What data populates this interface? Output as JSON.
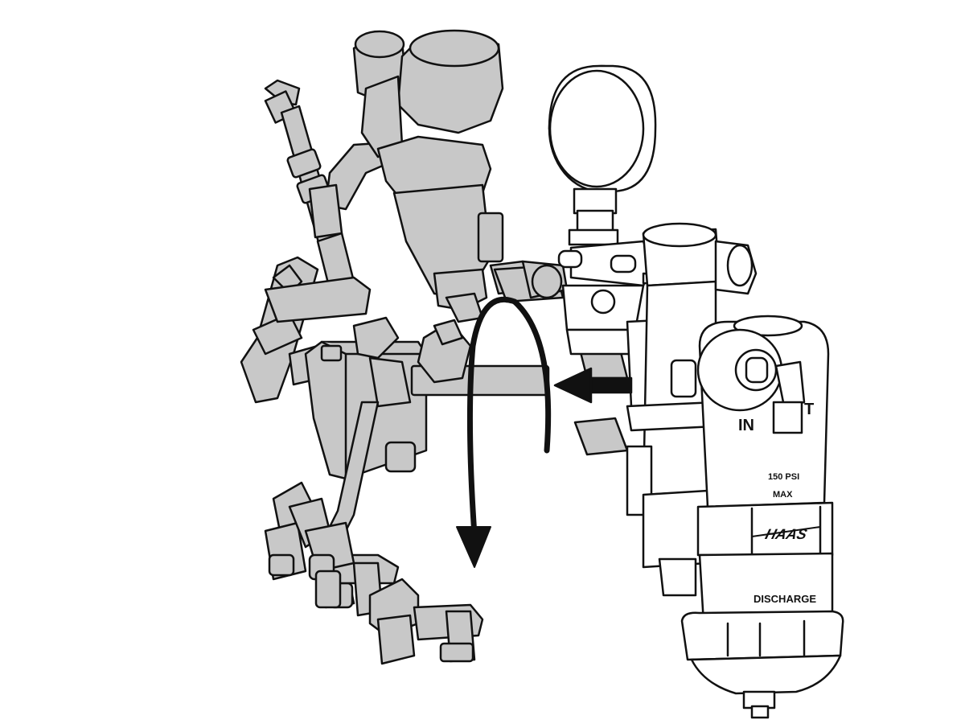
{
  "labels": {
    "in": "IN",
    "out": "T",
    "pressure_line1": "150 PSI",
    "pressure_line2": "MAX",
    "brand": "HAAS",
    "discharge": "DISCHARGE"
  },
  "colors": {
    "assembly_fill": "#c8c8c8",
    "regulator_fill": "#ffffff",
    "outline": "#111111",
    "arrow": "#111111"
  },
  "icons": {
    "rotation": "curved-rotation-arrow",
    "direction": "left-arrow"
  }
}
